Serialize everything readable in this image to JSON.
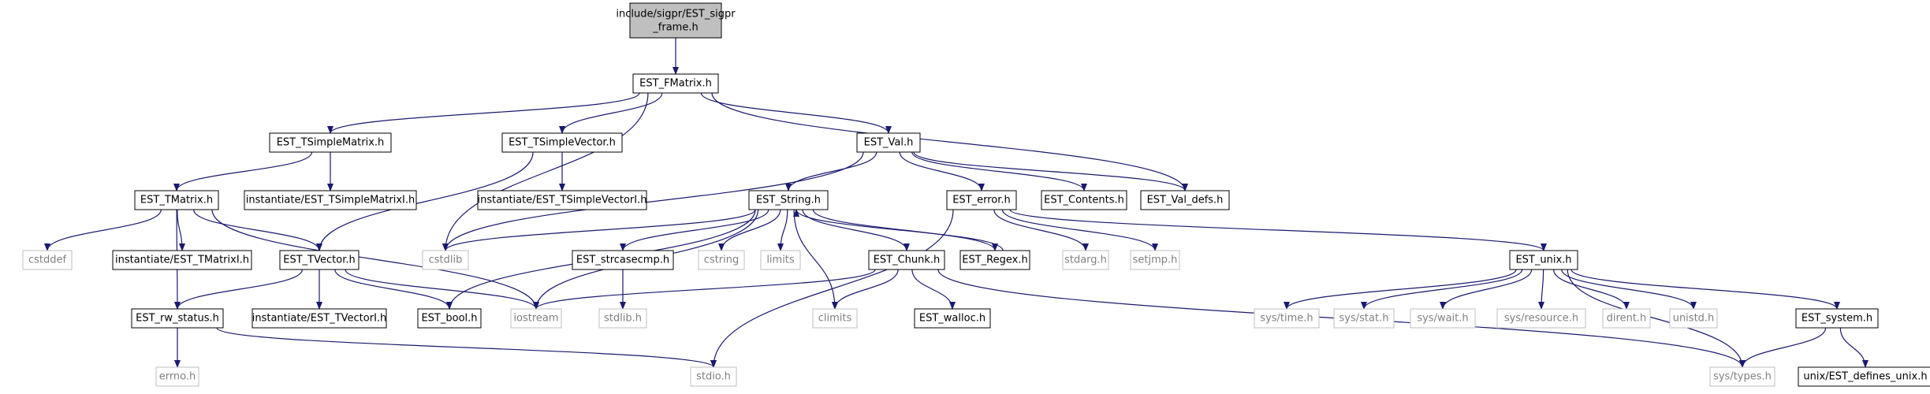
{
  "colors": {
    "edge": "#191970",
    "root_fill": "#bfbfbf",
    "root_border": "#000000",
    "local_border": "#000000",
    "system_border": "#bfbfbf",
    "text_main": "#000000",
    "text_system": "#808080",
    "background": "#ffffff"
  },
  "nodes": [
    {
      "id": "root",
      "label": "include/sigpr/EST_sigpr",
      "label2": "_frame.h",
      "kind": "root"
    },
    {
      "id": "fmatrix",
      "label": "EST_FMatrix.h",
      "kind": "local"
    },
    {
      "id": "tsimplematrix",
      "label": "EST_TSimpleMatrix.h",
      "kind": "local"
    },
    {
      "id": "tsimplevector",
      "label": "EST_TSimpleVector.h",
      "kind": "local"
    },
    {
      "id": "val",
      "label": "EST_Val.h",
      "kind": "local"
    },
    {
      "id": "tmatrix",
      "label": "EST_TMatrix.h",
      "kind": "local"
    },
    {
      "id": "inst_tsimplematrix",
      "label": "instantiate/EST_TSimpleMatrixI.h",
      "kind": "local"
    },
    {
      "id": "inst_tsimplevector",
      "label": "instantiate/EST_TSimpleVectorI.h",
      "kind": "local"
    },
    {
      "id": "string",
      "label": "EST_String.h",
      "kind": "local"
    },
    {
      "id": "error",
      "label": "EST_error.h",
      "kind": "local"
    },
    {
      "id": "contents",
      "label": "EST_Contents.h",
      "kind": "local"
    },
    {
      "id": "valdefs",
      "label": "EST_Val_defs.h",
      "kind": "local"
    },
    {
      "id": "cstddef",
      "label": "cstddef",
      "kind": "system"
    },
    {
      "id": "inst_tmatrix",
      "label": "instantiate/EST_TMatrixI.h",
      "kind": "local"
    },
    {
      "id": "tvector",
      "label": "EST_TVector.h",
      "kind": "local"
    },
    {
      "id": "cstdlib",
      "label": "cstdlib",
      "kind": "system"
    },
    {
      "id": "strcasecmp",
      "label": "EST_strcasecmp.h",
      "kind": "local"
    },
    {
      "id": "cstring",
      "label": "cstring",
      "kind": "system"
    },
    {
      "id": "limits",
      "label": "limits",
      "kind": "system"
    },
    {
      "id": "chunk",
      "label": "EST_Chunk.h",
      "kind": "local"
    },
    {
      "id": "regex",
      "label": "EST_Regex.h",
      "kind": "local"
    },
    {
      "id": "stdarg",
      "label": "stdarg.h",
      "kind": "system"
    },
    {
      "id": "setjmp",
      "label": "setjmp.h",
      "kind": "system"
    },
    {
      "id": "unix",
      "label": "EST_unix.h",
      "kind": "local"
    },
    {
      "id": "rwstatus",
      "label": "EST_rw_status.h",
      "kind": "local"
    },
    {
      "id": "inst_tvector",
      "label": "instantiate/EST_TVectorI.h",
      "kind": "local"
    },
    {
      "id": "bool",
      "label": "EST_bool.h",
      "kind": "local"
    },
    {
      "id": "iostream",
      "label": "iostream",
      "kind": "system"
    },
    {
      "id": "stdlib",
      "label": "stdlib.h",
      "kind": "system"
    },
    {
      "id": "climits",
      "label": "climits",
      "kind": "system"
    },
    {
      "id": "walloc",
      "label": "EST_walloc.h",
      "kind": "local"
    },
    {
      "id": "systime",
      "label": "sys/time.h",
      "kind": "system"
    },
    {
      "id": "sysstat",
      "label": "sys/stat.h",
      "kind": "system"
    },
    {
      "id": "syswait",
      "label": "sys/wait.h",
      "kind": "system"
    },
    {
      "id": "sysresource",
      "label": "sys/resource.h",
      "kind": "system"
    },
    {
      "id": "dirent",
      "label": "dirent.h",
      "kind": "system"
    },
    {
      "id": "unistd",
      "label": "unistd.h",
      "kind": "system"
    },
    {
      "id": "system",
      "label": "EST_system.h",
      "kind": "local"
    },
    {
      "id": "errno",
      "label": "errno.h",
      "kind": "system"
    },
    {
      "id": "stdio",
      "label": "stdio.h",
      "kind": "system"
    },
    {
      "id": "systypes",
      "label": "sys/types.h",
      "kind": "system"
    },
    {
      "id": "unixdefines",
      "label": "unix/EST_defines_unix.h",
      "kind": "local"
    }
  ],
  "edges": [
    [
      "root",
      "fmatrix"
    ],
    [
      "fmatrix",
      "tsimplematrix"
    ],
    [
      "fmatrix",
      "tsimplevector"
    ],
    [
      "fmatrix",
      "val"
    ],
    [
      "fmatrix",
      "valdefs"
    ],
    [
      "fmatrix",
      "cstdlib"
    ],
    [
      "tsimplematrix",
      "tmatrix"
    ],
    [
      "tsimplematrix",
      "inst_tsimplematrix"
    ],
    [
      "tsimplevector",
      "inst_tsimplevector"
    ],
    [
      "tsimplevector",
      "tvector"
    ],
    [
      "val",
      "cstdlib"
    ],
    [
      "val",
      "string"
    ],
    [
      "val",
      "error"
    ],
    [
      "val",
      "contents"
    ],
    [
      "val",
      "valdefs"
    ],
    [
      "tmatrix",
      "cstddef"
    ],
    [
      "tmatrix",
      "inst_tmatrix"
    ],
    [
      "tmatrix",
      "tvector"
    ],
    [
      "tmatrix",
      "rwstatus"
    ],
    [
      "tmatrix",
      "iostream"
    ],
    [
      "tvector",
      "rwstatus"
    ],
    [
      "tvector",
      "inst_tvector"
    ],
    [
      "tvector",
      "bool"
    ],
    [
      "tvector",
      "iostream"
    ],
    [
      "string",
      "cstdlib"
    ],
    [
      "string",
      "strcasecmp"
    ],
    [
      "string",
      "cstring"
    ],
    [
      "string",
      "limits"
    ],
    [
      "string",
      "chunk"
    ],
    [
      "string",
      "regex"
    ],
    [
      "string",
      "bool"
    ],
    [
      "string",
      "iostream"
    ],
    [
      "string",
      "climits"
    ],
    [
      "regex",
      "string"
    ],
    [
      "error",
      "stdarg"
    ],
    [
      "error",
      "setjmp"
    ],
    [
      "error",
      "unix"
    ],
    [
      "error",
      "stdio"
    ],
    [
      "strcasecmp",
      "stdlib"
    ],
    [
      "chunk",
      "iostream"
    ],
    [
      "chunk",
      "climits"
    ],
    [
      "chunk",
      "walloc"
    ],
    [
      "chunk",
      "systypes"
    ],
    [
      "rwstatus",
      "errno"
    ],
    [
      "rwstatus",
      "stdio"
    ],
    [
      "unix",
      "systime"
    ],
    [
      "unix",
      "sysstat"
    ],
    [
      "unix",
      "syswait"
    ],
    [
      "unix",
      "sysresource"
    ],
    [
      "unix",
      "dirent"
    ],
    [
      "unix",
      "unistd"
    ],
    [
      "unix",
      "system"
    ],
    [
      "unix",
      "systypes"
    ],
    [
      "system",
      "systypes"
    ],
    [
      "system",
      "unixdefines"
    ]
  ]
}
